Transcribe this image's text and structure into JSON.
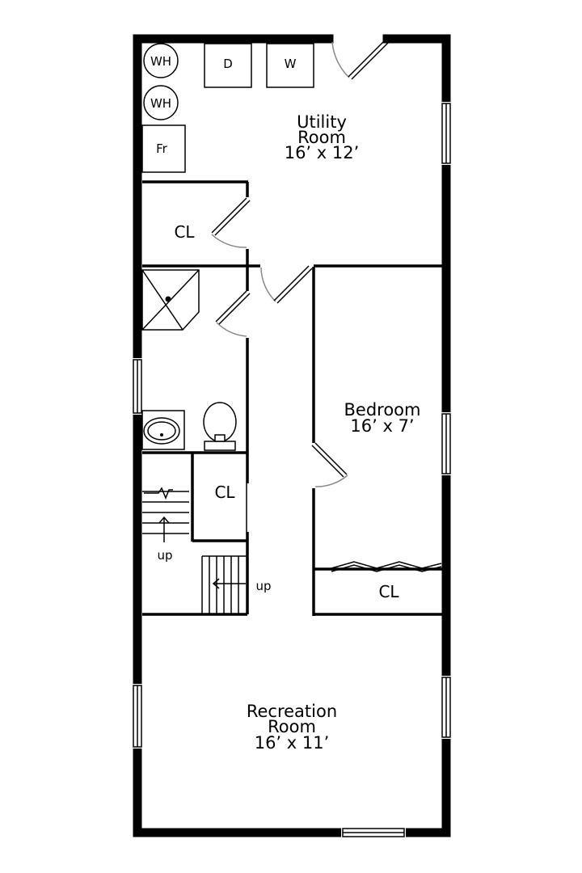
{
  "rooms": {
    "utility": {
      "name_line1": "Utility",
      "name_line2": "Room",
      "dims": "16’ x 12’"
    },
    "bedroom": {
      "name": "Bedroom",
      "dims": "16’ x 7’"
    },
    "recreation": {
      "name_line1": "Recreation",
      "name_line2": "Room",
      "dims": "16’ x 11’"
    }
  },
  "closets": {
    "utility_closet": "CL",
    "stair_closet": "CL",
    "bedroom_closet": "CL"
  },
  "fixtures": {
    "water_heater_1": "WH",
    "water_heater_2": "WH",
    "dryer": "D",
    "washer": "W",
    "furnace": "Fr"
  },
  "stairs": {
    "lower_up": "up",
    "upper_up": "up"
  }
}
